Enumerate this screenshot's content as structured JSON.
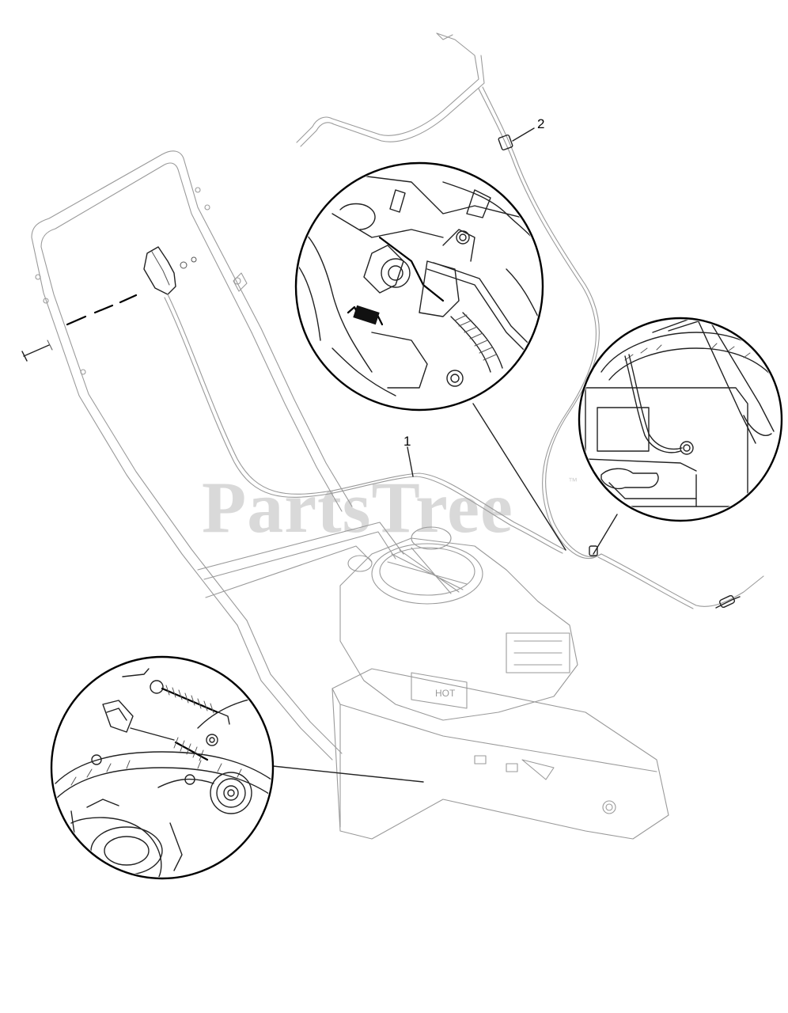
{
  "diagram": {
    "callouts": [
      {
        "number": "1",
        "part": "cable"
      },
      {
        "number": "2",
        "part": "cable"
      }
    ],
    "watermark": {
      "text": "PartsTree",
      "trademark": "™"
    },
    "engine_label": "HOT",
    "colors": {
      "line": "#222222",
      "faint_line": "#9a9a9a",
      "watermark": "#d9d9d9",
      "background": "#ffffff"
    }
  }
}
